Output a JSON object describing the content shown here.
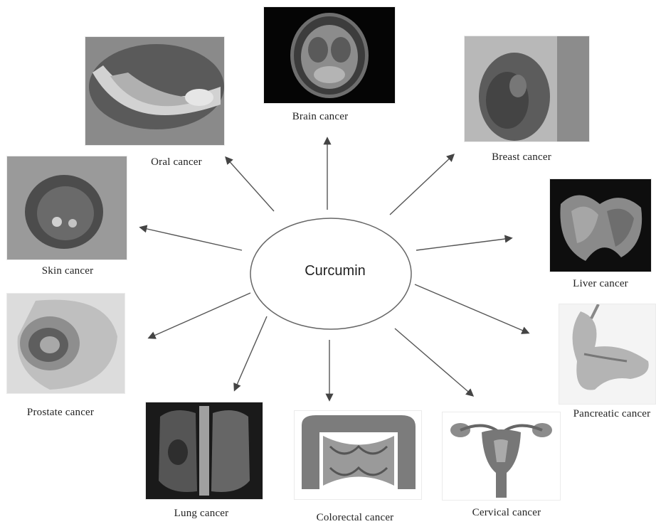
{
  "center": {
    "label": "Curcumin"
  },
  "cancers": [
    {
      "id": "brain",
      "label": "Brain cancer"
    },
    {
      "id": "oral",
      "label": "Oral cancer"
    },
    {
      "id": "breast",
      "label": "Breast cancer"
    },
    {
      "id": "skin",
      "label": "Skin cancer"
    },
    {
      "id": "liver",
      "label": "Liver cancer"
    },
    {
      "id": "prostate",
      "label": "Prostate cancer"
    },
    {
      "id": "pancreatic",
      "label": "Pancreatic cancer"
    },
    {
      "id": "lung",
      "label": "Lung cancer"
    },
    {
      "id": "colorectal",
      "label": "Colorectal cancer"
    },
    {
      "id": "cervical",
      "label": "Cervical cancer"
    }
  ]
}
